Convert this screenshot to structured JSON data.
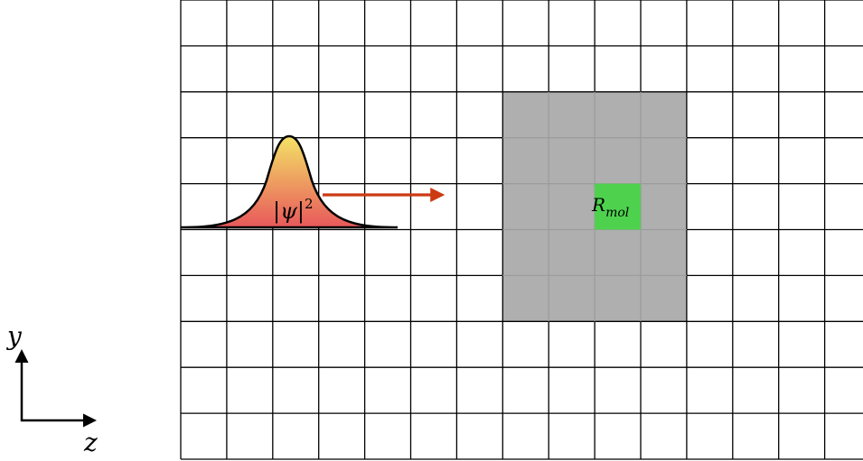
{
  "colors": {
    "grid_line": "#000000",
    "molecule_region": "#afafaf",
    "molecule_center": "#4ed24e",
    "arrow": "#cc3a12",
    "wavepacket_top": "#f3e266",
    "wavepacket_bottom": "#e8585b",
    "axes": "#000000"
  },
  "grid": {
    "columns": 15,
    "rows": 10
  },
  "molecule": {
    "region_columns": [
      7,
      10
    ],
    "region_rows": [
      2,
      6
    ],
    "center_cell": {
      "column": 9,
      "row": 4
    },
    "label_base": "R",
    "label_subscript": "mol"
  },
  "wavepacket": {
    "label_base": "|ψ|",
    "label_power": "2"
  },
  "axes": {
    "vertical_label": "y",
    "horizontal_label": "z"
  }
}
